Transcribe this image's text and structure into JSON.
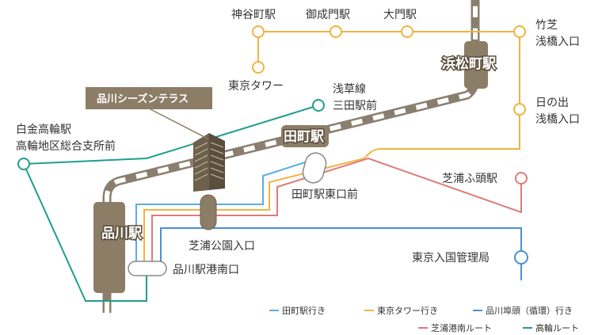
{
  "colors": {
    "tamachi": "#5aaee0",
    "tokyo_tower": "#f2b340",
    "shinagawa_pier": "#4a8fd6",
    "shibaura_port": "#e07a7a",
    "takanawa": "#1e9e8c",
    "rail": "#8a7f6e",
    "station_fill": "#8c7d66",
    "label_box": "#8c7d66"
  },
  "map": {
    "label_box": "品川シーズンテラス",
    "stations": {
      "shinagawa": "品川駅",
      "tamachi": "田町駅",
      "hamamatsucho": "浜松町駅"
    },
    "stops": {
      "kamiyacho": "神谷町駅",
      "onarimon": "御成門駅",
      "daimon": "大門駅",
      "tokyo_tower": "東京タワー",
      "takeshiba_1": "竹芝",
      "takeshiba_2": "浅橋入口",
      "hinode_1": "日の出",
      "hinode_2": "浅橋入口",
      "asakusa_1": "浅草線",
      "asakusa_2": "三田駅前",
      "shirokane_1": "白金高輪駅",
      "shirokane_2": "高輪地区総合支所前",
      "shibaura_pier": "芝浦ふ頭駅",
      "tamachi_east": "田町駅東口前",
      "shibaura_park": "芝浦公園入口",
      "shinagawa_port_south": "品川駅港南口",
      "immigration": "東京入国管理局"
    }
  },
  "legend": [
    {
      "label": "田町駅行き",
      "color": "#5aaee0"
    },
    {
      "label": "東京タワー行き",
      "color": "#f2b340"
    },
    {
      "label": "品川埠頭（循環）行き",
      "color": "#4a8fd6"
    },
    {
      "label": "芝浦港南ルート",
      "color": "#e07a7a"
    },
    {
      "label": "高輪ルート",
      "color": "#1e9e8c"
    }
  ]
}
